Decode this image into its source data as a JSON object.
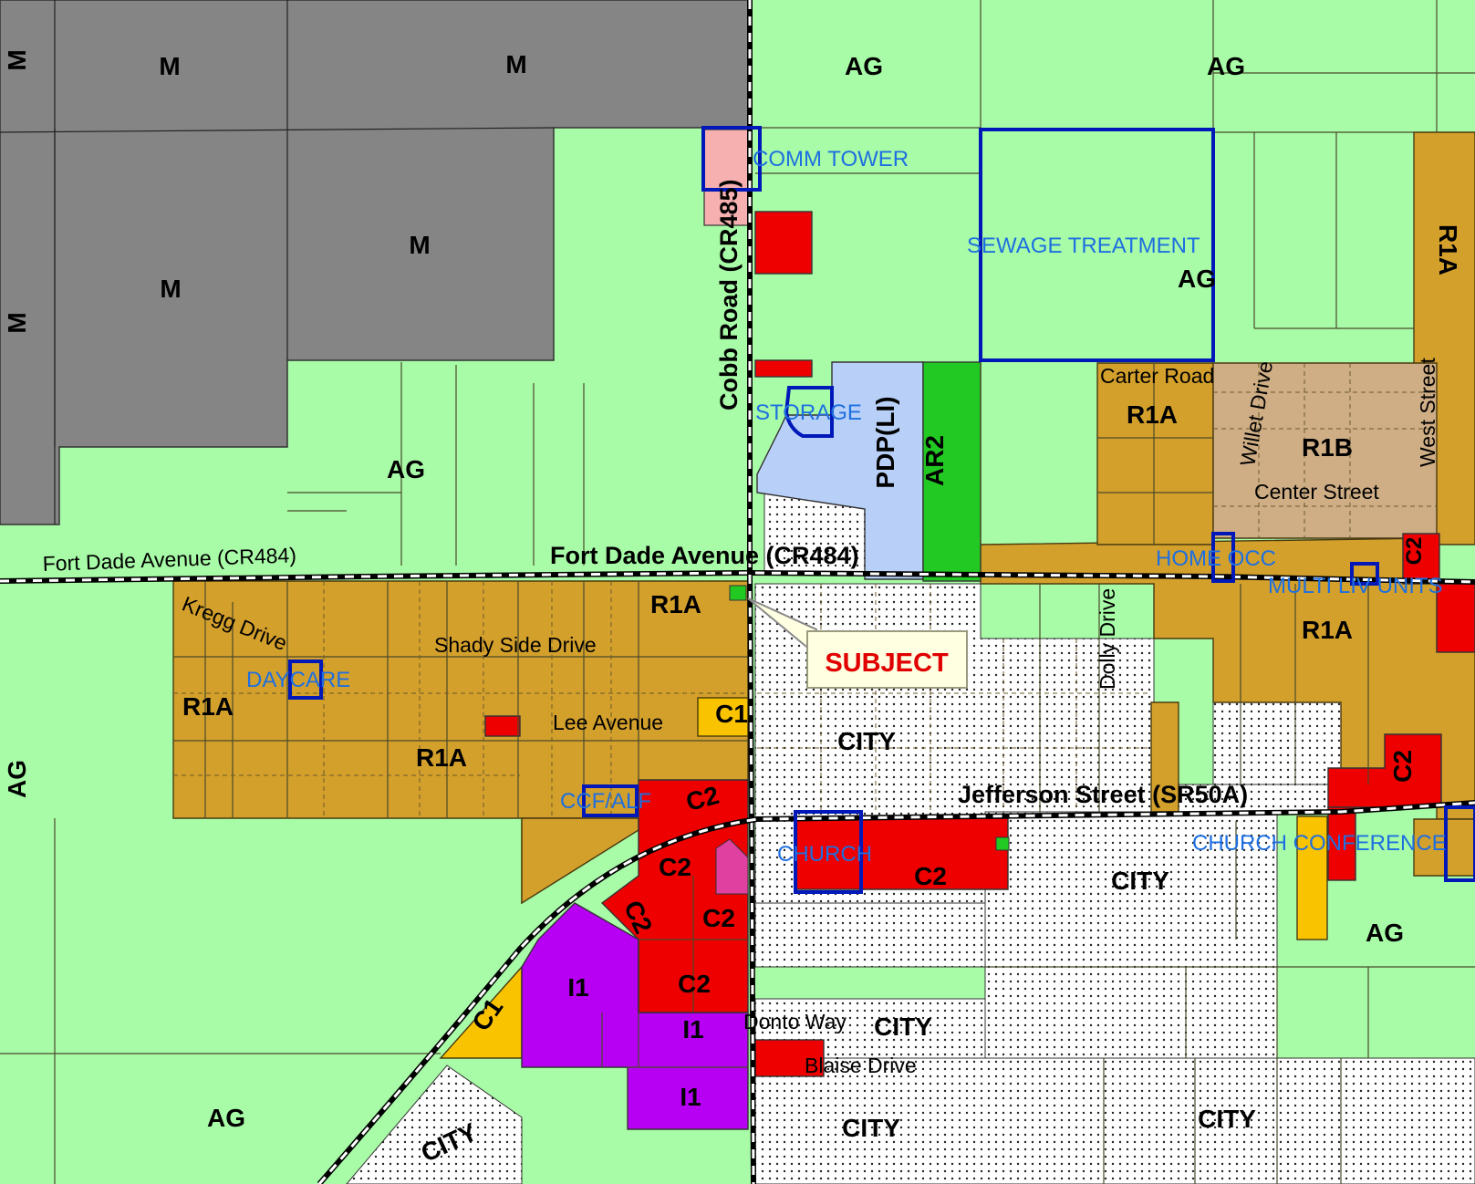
{
  "colors": {
    "ag": "#a8fca8",
    "m": "#858585",
    "r1a": "#d4a02c",
    "r1b": "#cfae86",
    "c1": "#f9c300",
    "c2": "#ee0000",
    "i1": "#b700f3",
    "pdp": "#b8d0f8",
    "ar2": "#22c922",
    "city": "#ffffff",
    "pink": "#f6b0b0",
    "use_box": "#0018b8",
    "use_text": "#1e6fe0",
    "subject_fill": "#ffffe2",
    "subject_text": "#e00000"
  },
  "zones": {
    "m1": "M",
    "m2": "M",
    "m3": "M",
    "m4": "M",
    "m5": "M",
    "m6": "M",
    "ag1": "AG",
    "ag2": "AG",
    "ag3": "AG",
    "ag4": "AG",
    "ag5": "AG",
    "ag6": "AG",
    "ag7": "AG",
    "r1a_left": "R1A",
    "r1a_mid": "R1A",
    "r1a_top": "R1A",
    "r1a_carter": "R1A",
    "r1a_right": "R1A",
    "r1a_edge": "R1A",
    "r1b": "R1B",
    "c1a": "C1",
    "c1b": "C1",
    "c2a": "C2",
    "c2b": "C2",
    "c2c": "C2",
    "c2d": "C2",
    "c2e": "C2",
    "c2f": "C2",
    "c2g": "C2",
    "c2h": "C2",
    "i1a": "I1",
    "i1b": "I1",
    "i1c": "I1",
    "pdp": "PDP(LI)",
    "ar2": "AR2",
    "city1": "CITY",
    "city2": "CITY",
    "city3": "CITY",
    "city4": "CITY",
    "city5": "CITY",
    "city6": "CITY"
  },
  "roads": {
    "fort_dade_left": "Fort Dade Avenue  (CR484)",
    "fort_dade_main": "Fort Dade Avenue  (CR484)",
    "cobb_road": "Cobb Road  (CR485)",
    "jefferson": "Jefferson Street (SR50A)",
    "kregg": "Kregg Drive",
    "shady_side": "Shady Side Drive",
    "lee": "Lee Avenue",
    "carter": "Carter Road",
    "center": "Center Street",
    "willet": "Willet Drive",
    "west": "West Street",
    "dolly": "Dolly Drive",
    "donto": "Donto Way",
    "blaise": "Blaise Drive"
  },
  "uses": {
    "comm_tower": "COMM TOWER",
    "sewage": "SEWAGE TREATMENT",
    "storage": "STORAGE",
    "daycare": "DAYCARE",
    "ccf_alf": "CCF/ALF",
    "church": "CHURCH",
    "home_occ": "HOME OCC",
    "multi_liv": "MULTI LIV UNITS",
    "church_conf": "CHURCH CONFERENCE"
  },
  "subject": "SUBJECT"
}
